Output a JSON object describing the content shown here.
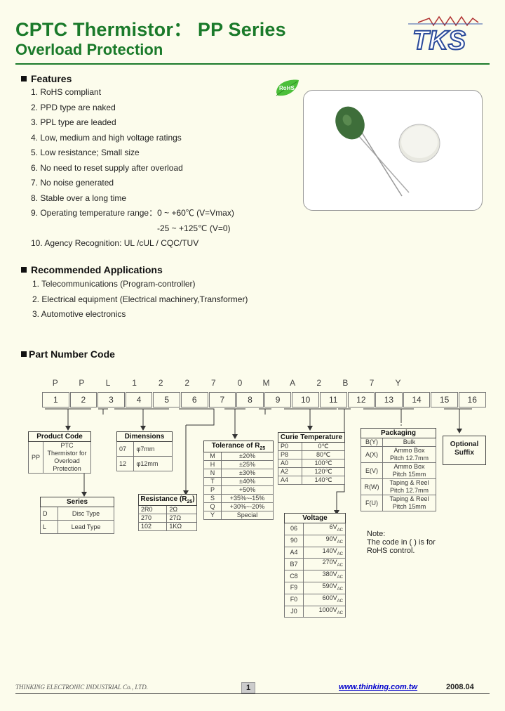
{
  "header": {
    "title": "CPTC Thermistor： PP Series",
    "subtitle": "Overload Protection",
    "logo_text": "TKS"
  },
  "features": {
    "heading": "Features",
    "items": [
      "1.  RoHS compliant",
      "2.  PPD type are naked",
      "3.  PPL type are leaded",
      "4.  Low, medium and high voltage ratings",
      "5.  Low resistance; Small size",
      "6.  No need to reset supply after overload",
      "7.  No noise generated",
      "8.  Stable over a long time",
      "9.  Operating temperature range：0 ~ +60℃ (V=Vmax)",
      "-25 ~ +125℃ (V=0)",
      "10. Agency Recognition: UL /cUL / CQC/TUV"
    ],
    "rohs_badge": "RoHS"
  },
  "applications": {
    "heading": "Recommended Applications",
    "items": [
      "1. Telecommunications (Program-controller)",
      "2. Electrical equipment (Electrical machinery,Transformer)",
      "3. Automotive electronics"
    ]
  },
  "part_number": {
    "heading": "Part Number Code",
    "letters": [
      "P",
      "P",
      "L",
      "1",
      "2",
      "2",
      "7",
      "0",
      "M",
      "A",
      "2",
      "B",
      "7",
      "Y",
      "",
      ""
    ],
    "positions": [
      "1",
      "2",
      "3",
      "4",
      "5",
      "6",
      "7",
      "8",
      "9",
      "10",
      "11",
      "12",
      "13",
      "14",
      "15",
      "16"
    ]
  },
  "product_code": {
    "title": "Product Code",
    "code": "PP",
    "desc": "PTC Thermistor for Overload Protection"
  },
  "series": {
    "title": "Series",
    "rows": [
      [
        "D",
        "Disc Type"
      ],
      [
        "L",
        "Lead Type"
      ]
    ]
  },
  "dimensions": {
    "title": "Dimensions",
    "rows": [
      [
        "07",
        "φ7mm"
      ],
      [
        "12",
        "φ12mm"
      ]
    ]
  },
  "resistance": {
    "title": "Resistance (R",
    "title_sub": "25",
    "title_end": ")",
    "rows": [
      [
        "2R0",
        "2Ω"
      ],
      [
        "270",
        "27Ω"
      ],
      [
        "102",
        "1KΩ"
      ]
    ]
  },
  "tolerance": {
    "title": "Tolerance of R",
    "title_sub": "25",
    "rows": [
      [
        "M",
        "±20%"
      ],
      [
        "H",
        "±25%"
      ],
      [
        "N",
        "±30%"
      ],
      [
        "T",
        "±40%"
      ],
      [
        "P",
        "+50%"
      ],
      [
        "S",
        "+35%~-15%"
      ],
      [
        "Q",
        "+30%~-20%"
      ],
      [
        "Y",
        "Special"
      ]
    ]
  },
  "curie": {
    "title": "Curie Temperature",
    "rows": [
      [
        "P0",
        "0℃"
      ],
      [
        "P8",
        "80℃"
      ],
      [
        "A0",
        "100℃"
      ],
      [
        "A2",
        "120℃"
      ],
      [
        "A4",
        "140℃"
      ]
    ]
  },
  "voltage": {
    "title": "Voltage",
    "rows": [
      [
        "06",
        "6V",
        "AC"
      ],
      [
        "90",
        "90V",
        "AC"
      ],
      [
        "A4",
        "140V",
        "AC"
      ],
      [
        "B7",
        "270V",
        "AC"
      ],
      [
        "C8",
        "380V",
        "AC"
      ],
      [
        "F9",
        "590V",
        "AC"
      ],
      [
        "F0",
        "600V",
        "AC"
      ],
      [
        "J0",
        "1000V",
        "AC"
      ]
    ]
  },
  "packaging": {
    "title": "Packaging",
    "rows": [
      [
        "B(Y)",
        "Bulk"
      ],
      [
        "A(X)",
        "Ammo Box\nPitch 12.7mm"
      ],
      [
        "E(V)",
        "Ammo Box\nPitch 15mm"
      ],
      [
        "R(W)",
        "Taping & Reel\nPitch 12.7mm"
      ],
      [
        "F(U)",
        "Taping & Reel\nPitch 15mm"
      ]
    ]
  },
  "optional_suffix": "Optional\nSuffix",
  "note": {
    "label": "Note:",
    "text": "The code in ( ) is for RoHS control."
  },
  "footer": {
    "company": "THINKING ELECTRONIC INDUSTRIAL Co., LTD.",
    "page": "1",
    "url": "www.thinking.com.tw",
    "date": "2008.04"
  }
}
